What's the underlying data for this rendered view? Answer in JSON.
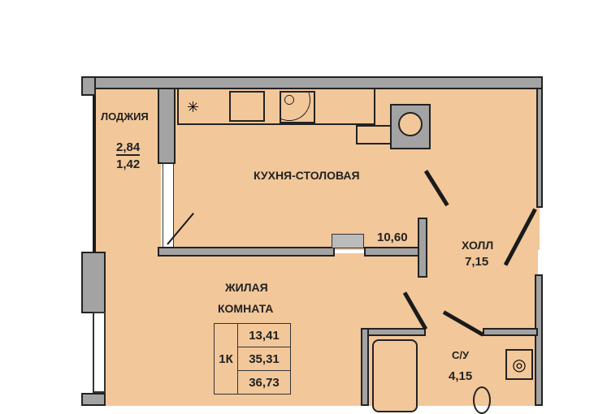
{
  "rooms": {
    "loggia": {
      "name": "ЛОДЖИЯ",
      "area_full": "2,84",
      "area_reduced": "1,42"
    },
    "kitchen": {
      "name": "КУХНЯ-СТОЛОВАЯ",
      "area": "10,60"
    },
    "hall": {
      "name": "ХОЛЛ",
      "area": "7,15"
    },
    "living": {
      "name_line1": "ЖИЛАЯ",
      "name_line2": "КОМНАТА"
    },
    "bathroom": {
      "name": "С/У",
      "area": "4,15"
    }
  },
  "summary": {
    "type": "1К",
    "living_area": "13,41",
    "total_area": "35,31",
    "total_with_loggia": "36,73"
  }
}
